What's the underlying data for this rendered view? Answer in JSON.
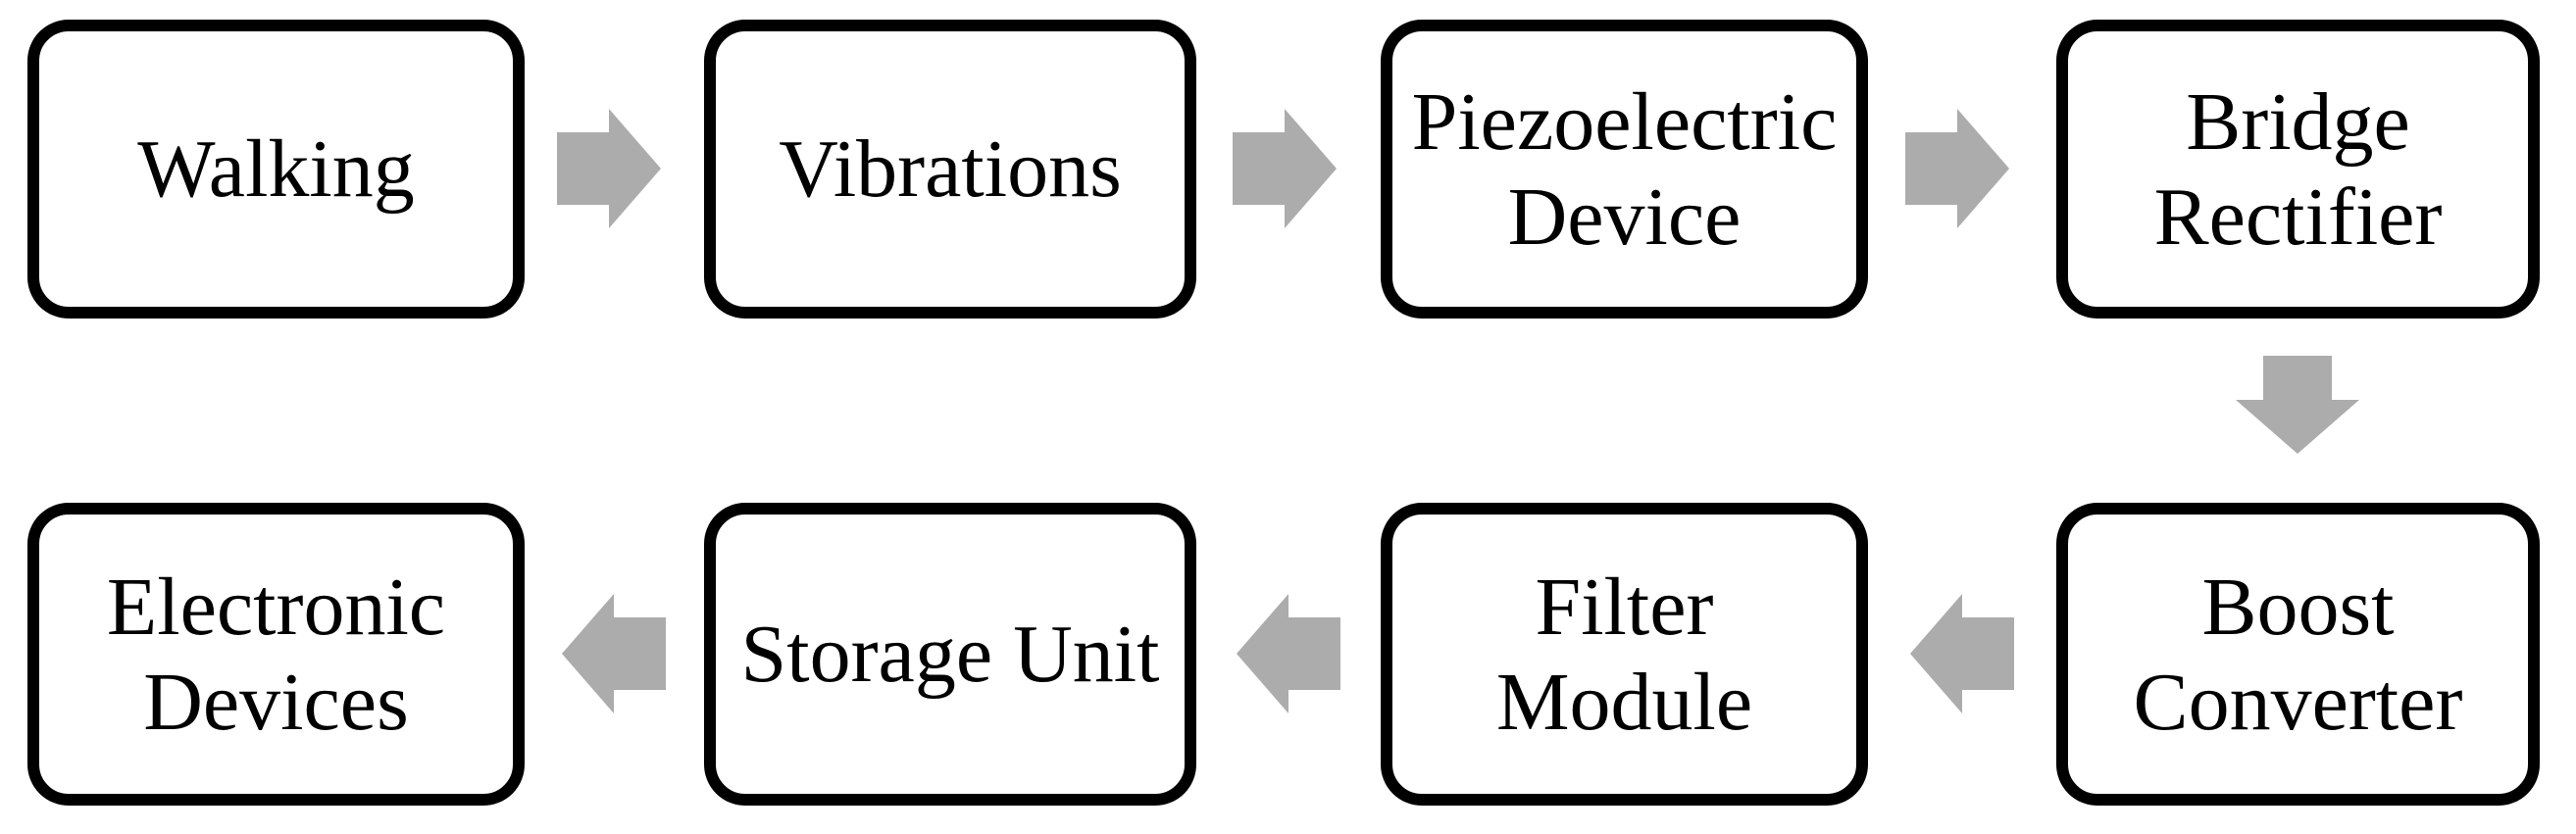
{
  "colors": {
    "arrow": "#ACACAC",
    "box_border": "#000000",
    "box_fill": "#FFFFFF",
    "text": "#000000",
    "background": "#FFFFFF"
  },
  "diagram": {
    "type": "flowchart",
    "nodes": [
      {
        "id": "walking",
        "lines": [
          "Walking"
        ]
      },
      {
        "id": "vibrations",
        "lines": [
          "Vibrations"
        ]
      },
      {
        "id": "piezoelectric-device",
        "lines": [
          "Piezoelectric",
          "Device"
        ]
      },
      {
        "id": "bridge-rectifier",
        "lines": [
          "Bridge",
          "Rectifier"
        ]
      },
      {
        "id": "boost-converter",
        "lines": [
          "Boost",
          "Converter"
        ]
      },
      {
        "id": "filter-module",
        "lines": [
          "Filter",
          "Module"
        ]
      },
      {
        "id": "storage-unit",
        "lines": [
          "Storage Unit"
        ]
      },
      {
        "id": "electronic-devices",
        "lines": [
          "Electronic",
          "Devices"
        ]
      }
    ],
    "edges": [
      {
        "from": "Walking",
        "to": "Vibrations",
        "direction": "right"
      },
      {
        "from": "Vibrations",
        "to": "Piezoelectric Device",
        "direction": "right"
      },
      {
        "from": "Piezoelectric Device",
        "to": "Bridge Rectifier",
        "direction": "right"
      },
      {
        "from": "Bridge Rectifier",
        "to": "Boost Converter",
        "direction": "down"
      },
      {
        "from": "Boost Converter",
        "to": "Filter Module",
        "direction": "left"
      },
      {
        "from": "Filter Module",
        "to": "Storage Unit",
        "direction": "left"
      },
      {
        "from": "Storage Unit",
        "to": "Electronic Devices",
        "direction": "left"
      }
    ]
  }
}
